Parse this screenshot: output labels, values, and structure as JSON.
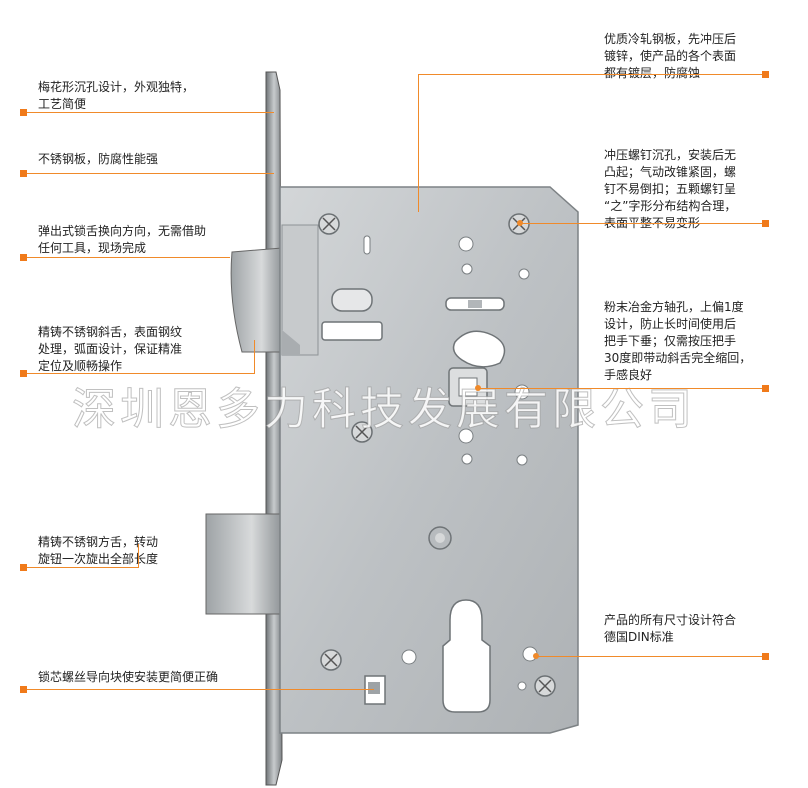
{
  "product": {
    "name": "stainless-steel-mortise-lock",
    "colors": {
      "accent": "#f08a2a",
      "metal": "#bfc3c6",
      "metal_dark": "#8e9396"
    }
  },
  "watermark": "深圳恩多力科技发展有限公司",
  "left_annotations": [
    {
      "text": "梅花形沉孔设计，外观独特，\n工艺简便"
    },
    {
      "text": "不锈钢板，防腐性能强"
    },
    {
      "text": "弹出式锁舌换向方向，无需借助\n任何工具，现场完成"
    },
    {
      "text": "精铸不锈钢斜舌，表面钢纹\n处理，弧面设计，保证精准\n定位及顺畅操作"
    },
    {
      "text": "精铸不锈钢方舌，转动\n旋钮一次旋出全部长度"
    },
    {
      "text": "锁芯螺丝导向块使安装更简便正确"
    }
  ],
  "right_annotations": [
    {
      "text": "优质冷轧钢板，先冲压后\n镀锌，使产品的各个表面\n都有镀层，防腐蚀"
    },
    {
      "text": "冲压螺钉沉孔，安装后无\n凸起；气动改锥紧固，螺\n钉不易倒扣；五颗螺钉呈\n“之”字形分布结构合理，\n表面平整不易变形"
    },
    {
      "text": "粉末冶金方轴孔，上偏1度\n设计，防止长时间使用后\n把手下垂；仅需按压把手\n30度即带动斜舌完全缩回，\n手感良好"
    },
    {
      "text": "产品的所有尺寸设计符合\n德国DIN标准"
    }
  ]
}
